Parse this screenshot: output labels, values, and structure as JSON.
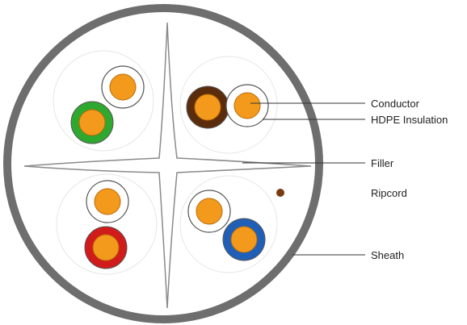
{
  "colors": {
    "sheath": "#6e6e6e",
    "background": "#ffffff",
    "filler_stroke": "#8a8a8a",
    "pair_outline": "#e6e6e6",
    "insulation_stroke": "#555555",
    "conductor": "#f39a1c",
    "conductor_stroke": "#b86a0a",
    "ripcord": "#7a3a10",
    "leader": "#333333"
  },
  "pairs": [
    {
      "name": "pair-green",
      "stripe_color": "#2fa82f"
    },
    {
      "name": "pair-brown",
      "stripe_color": "#5b2c0c"
    },
    {
      "name": "pair-red",
      "stripe_color": "#d11b1b"
    },
    {
      "name": "pair-blue",
      "stripe_color": "#1f5fb8"
    }
  ],
  "labels": {
    "conductor": "Conductor",
    "insulation": "HDPE Insulation",
    "filler": "Filler",
    "ripcord": "Ripcord",
    "sheath": "Sheath"
  }
}
